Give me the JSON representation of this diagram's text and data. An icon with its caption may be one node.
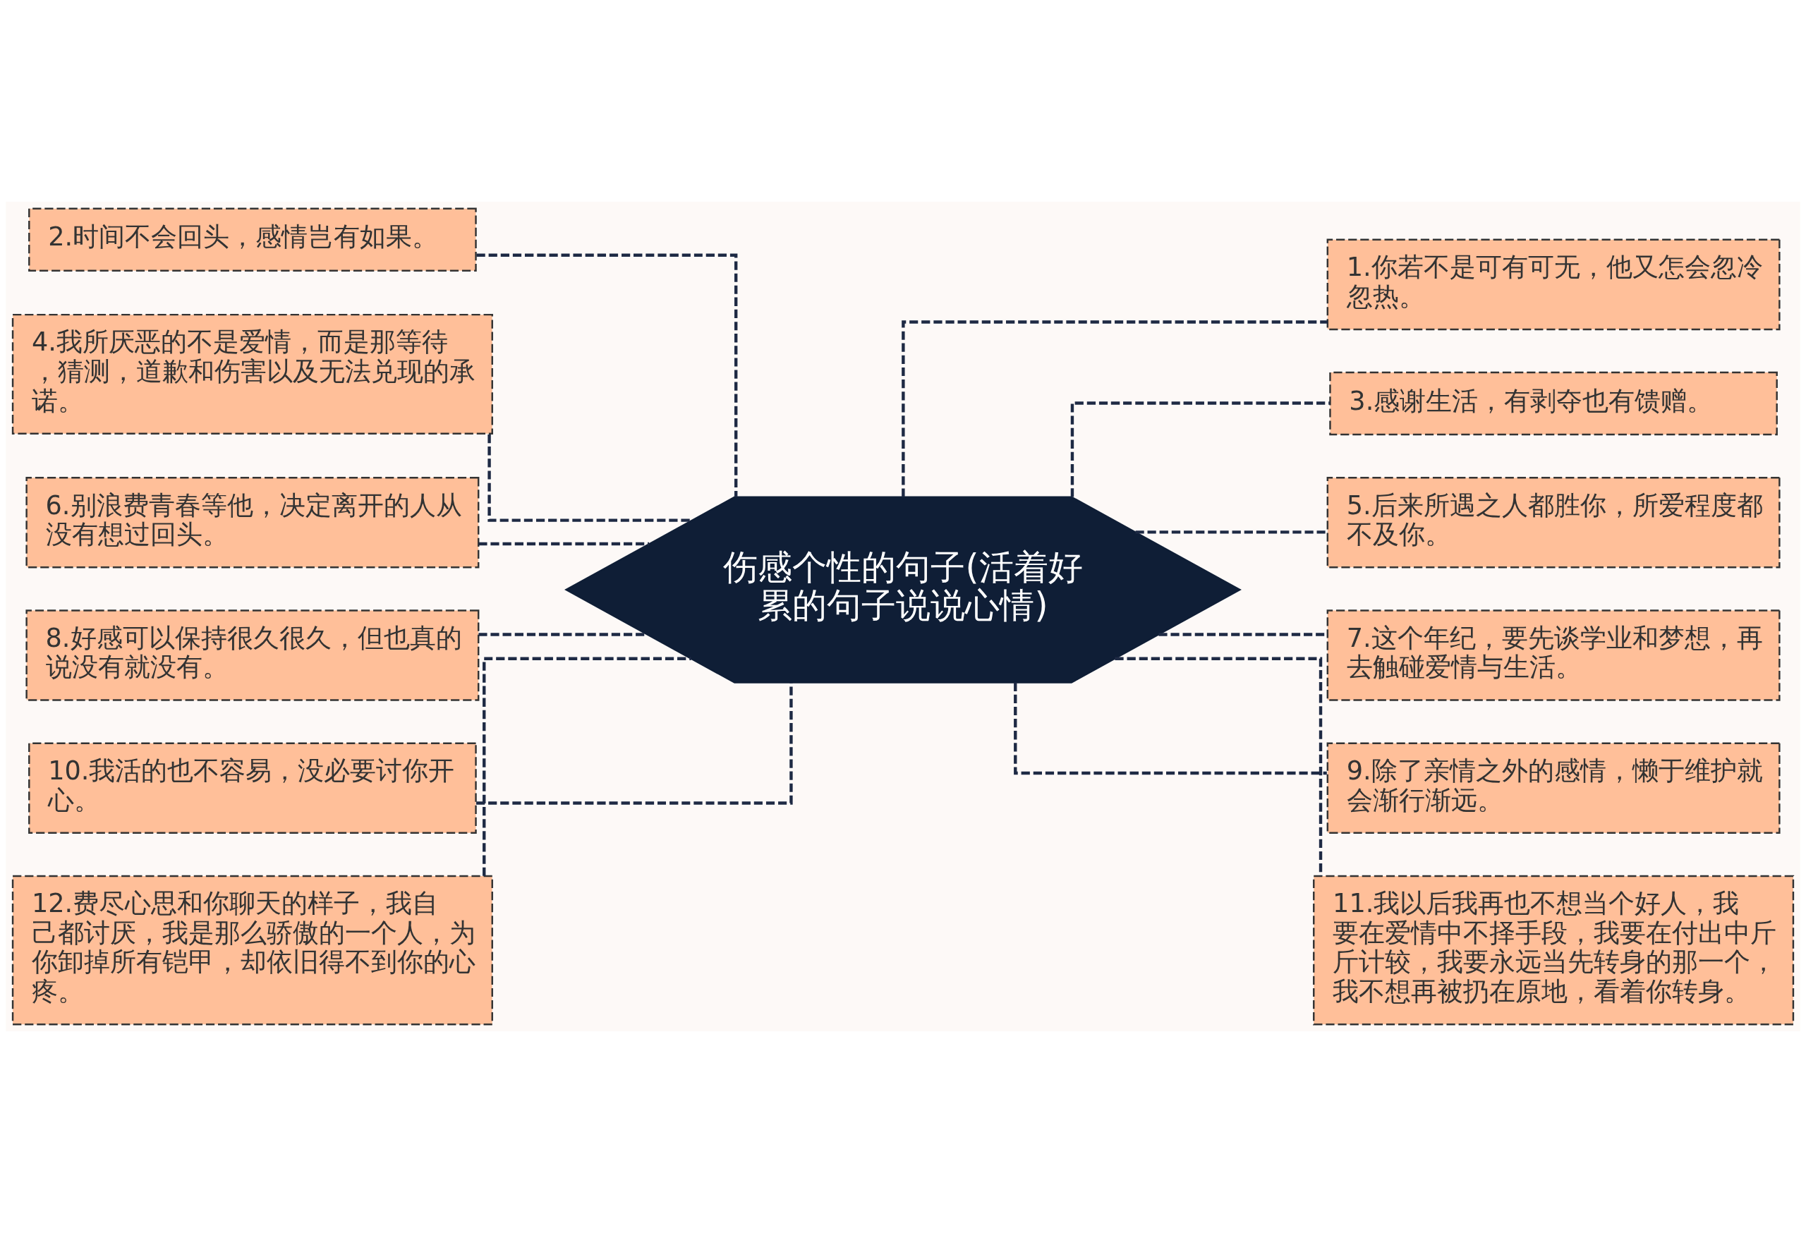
{
  "diagram": {
    "nodes": [
      {
        "text": [
          "伤感个性的句子(活着好累的句子说说心情)"
        ]
      },
      {
        "text": [
          "1.你若不是可有可无，他又怎会忽冷忽热。"
        ]
      },
      {
        "text": [
          "2.时间不会回头，感情岂有如果。"
        ]
      },
      {
        "text": [
          "3.感谢生活，有剥夺也有馈赠。"
        ]
      },
      {
        "text": [
          "4.我所厌恶的不是爱情，而是那等待，猜测，道歉和伤害以及无法兑现的承诺。"
        ]
      },
      {
        "text": [
          "5.后来所遇之人都胜你，所爱程度都不及你。"
        ]
      },
      {
        "text": [
          "6.别浪费青春等他，决定离开的人从没有想过回头。"
        ]
      },
      {
        "text": [
          "7.这个年纪，要先谈学业和梦想，再去触碰爱情与生活。"
        ]
      },
      {
        "text": [
          "8.好感可以保持很久很久，但也真的说没有就没有。"
        ]
      },
      {
        "text": [
          "9.除了亲情之外的感情，懒于维护就会渐行渐远。"
        ]
      },
      {
        "text": [
          "10.我活的也不容易，没必要讨你开心。"
        ]
      },
      {
        "text": [
          "11.我以后我再也不想当个好人，我要在爱情中不择手段，我要在付出中斤斤计较，我要永远当先转身的那一个，我不想再被扔在原地，看着你转身。"
        ]
      },
      {
        "text": [
          "12.费尽心思和你聊天的样子，我自己都讨厌，我是那么骄傲的一个人，为你卸掉所有铠甲，却依旧得不到你的心疼。"
        ]
      }
    ],
    "edges": [
      {
        "from": 0,
        "to": 1,
        "arrow": "none"
      },
      {
        "from": 0,
        "to": 2,
        "arrow": "none"
      },
      {
        "from": 0,
        "to": 3,
        "arrow": "none"
      },
      {
        "from": 0,
        "to": 4,
        "arrow": "none"
      },
      {
        "from": 0,
        "to": 5,
        "arrow": "none"
      },
      {
        "from": 0,
        "to": 6,
        "arrow": "none"
      },
      {
        "from": 0,
        "to": 7,
        "arrow": "none"
      },
      {
        "from": 0,
        "to": 8,
        "arrow": "none"
      },
      {
        "from": 0,
        "to": 9,
        "arrow": "none"
      },
      {
        "from": 0,
        "to": 10,
        "arrow": "none"
      },
      {
        "from": 0,
        "to": 11,
        "arrow": "none"
      },
      {
        "from": 0,
        "to": 12,
        "arrow": "none"
      }
    ]
  }
}
